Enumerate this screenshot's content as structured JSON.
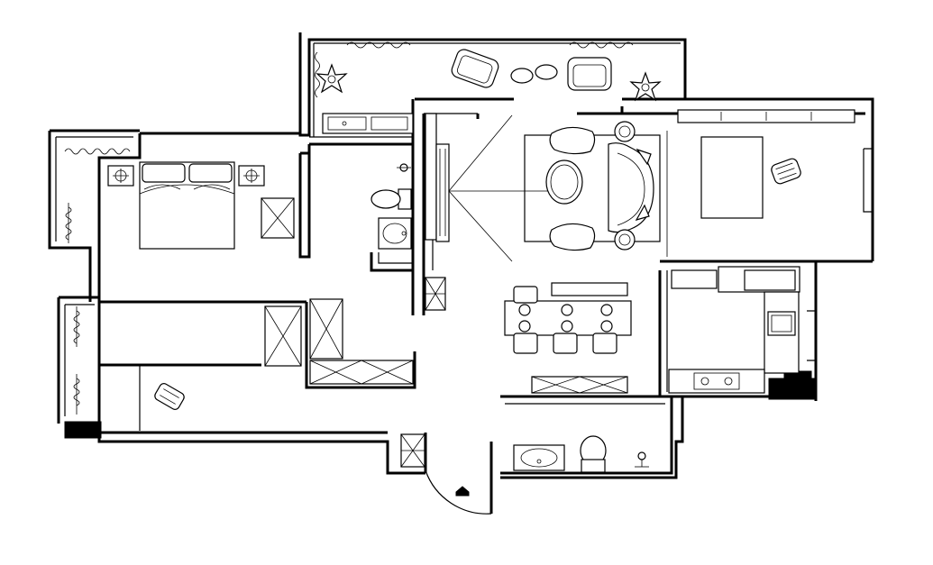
{
  "diagram": {
    "type": "architectural floor plan",
    "colors": {
      "line": "#000000",
      "background": "#ffffff",
      "solid_fill": "#000000"
    },
    "rooms": [
      {
        "key": "balcony-north",
        "icon": "planter-icon"
      },
      {
        "key": "balcony-west-top",
        "icon": "radiator-icon"
      },
      {
        "key": "balcony-west-bottom",
        "icon": "radiator-icon"
      },
      {
        "key": "master-bedroom",
        "icon": "bed-icon"
      },
      {
        "key": "bathroom",
        "icon": "toilet-icon"
      },
      {
        "key": "living-room",
        "icon": "sofa-icon"
      },
      {
        "key": "study",
        "icon": "desk-icon"
      },
      {
        "key": "dining",
        "icon": "dining-table-icon"
      },
      {
        "key": "kitchen",
        "icon": "stove-icon"
      },
      {
        "key": "second-bedroom",
        "icon": "chair-icon"
      },
      {
        "key": "guest-bathroom",
        "icon": "toilet-icon"
      },
      {
        "key": "entrance",
        "icon": "door-swing-icon"
      }
    ]
  }
}
